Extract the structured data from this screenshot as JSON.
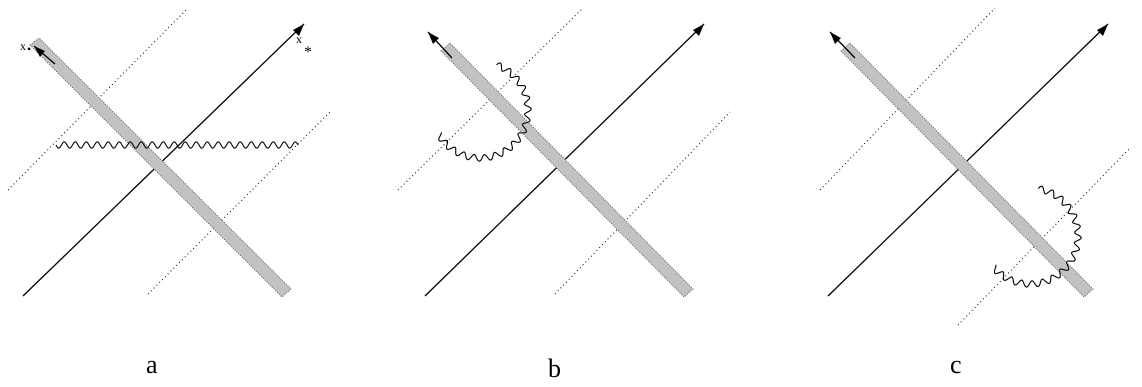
{
  "figure": {
    "axis_labels": {
      "x_minus": "x",
      "x_plus": "x",
      "x_plus_sub": "*",
      "x_minus_sub": "•"
    },
    "panels": [
      {
        "id": "a",
        "label": "a",
        "gluon": "horizontal-across"
      },
      {
        "id": "b",
        "label": "b",
        "gluon": "loop-upper-left"
      },
      {
        "id": "c",
        "label": "c",
        "gluon": "loop-lower-right"
      }
    ],
    "colors": {
      "wall": "#c2c2c2",
      "lines": "#000000"
    }
  }
}
